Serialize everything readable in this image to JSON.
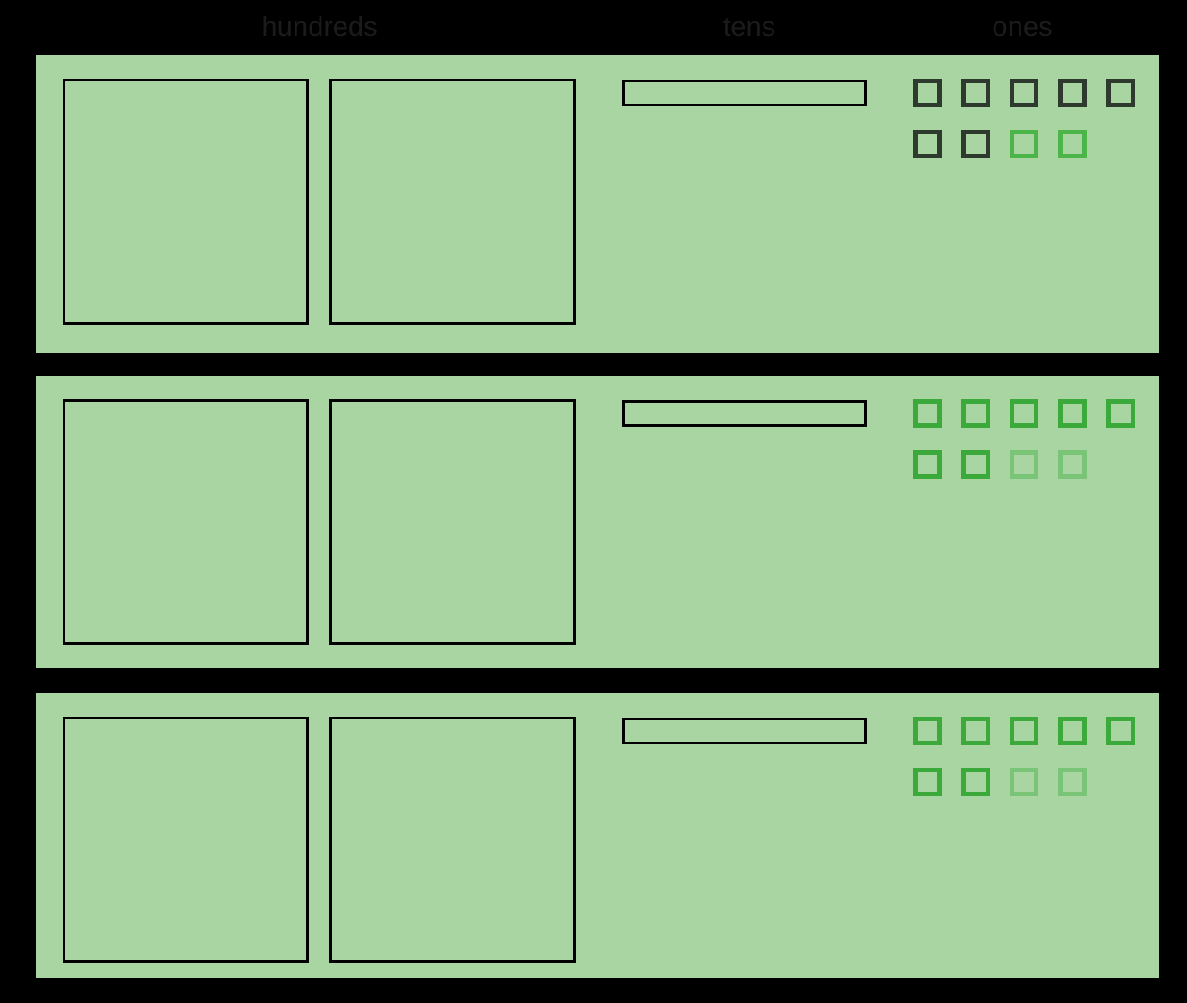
{
  "headers": {
    "hundreds": "hundreds",
    "tens": "tens",
    "ones": "ones"
  },
  "colors": {
    "background": "#000000",
    "row_background": "#a8d5a2",
    "block_outline": "#000000",
    "header_text": "#1b1b1b",
    "unit_dark": "#2d3a2d",
    "unit_bright_green": "#4cb54a",
    "unit_green": "#3caa3b",
    "unit_light_green": "#79c476"
  },
  "rows": [
    {
      "name": "row-1",
      "hundreds_count": 2,
      "tens_count": 1,
      "ones_count": 9,
      "ones_units": [
        "dark",
        "dark",
        "dark",
        "dark",
        "dark",
        "dark",
        "dark",
        "bright_green",
        "bright_green"
      ]
    },
    {
      "name": "row-2",
      "hundreds_count": 2,
      "tens_count": 1,
      "ones_count": 9,
      "ones_units": [
        "green",
        "green",
        "green",
        "green",
        "green",
        "green",
        "green",
        "light_green",
        "light_green"
      ]
    },
    {
      "name": "row-3",
      "hundreds_count": 2,
      "tens_count": 1,
      "ones_count": 9,
      "ones_units": [
        "green",
        "green",
        "green",
        "green",
        "green",
        "green",
        "green",
        "light_green",
        "light_green"
      ]
    }
  ]
}
